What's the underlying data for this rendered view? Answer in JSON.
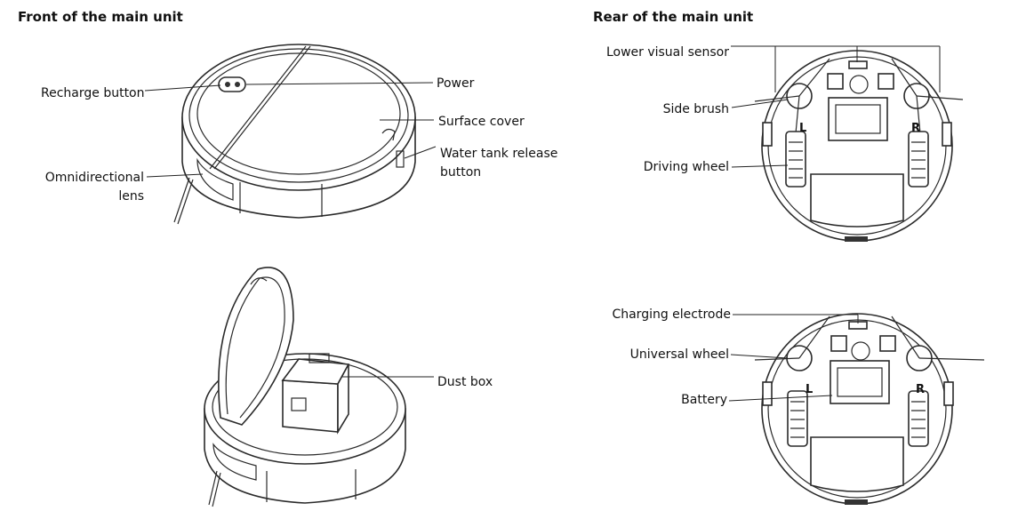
{
  "headings": {
    "front": "Front of the main unit",
    "rear": "Rear of the main unit"
  },
  "front_labels": {
    "recharge_button": "Recharge button",
    "power": "Power",
    "surface_cover": "Surface cover",
    "water_tank_line1": "Water tank release",
    "water_tank_line2": "button",
    "omni_line1": "Omnidirectional",
    "omni_line2": "lens",
    "dust_box": "Dust box"
  },
  "rear_labels": {
    "lower_visual_sensor": "Lower visual sensor",
    "side_brush": "Side brush",
    "driving_wheel": "Driving wheel",
    "charging_electrode": "Charging electrode",
    "universal_wheel": "Universal wheel",
    "battery": "Battery",
    "left_mark": "L",
    "right_mark": "R"
  }
}
